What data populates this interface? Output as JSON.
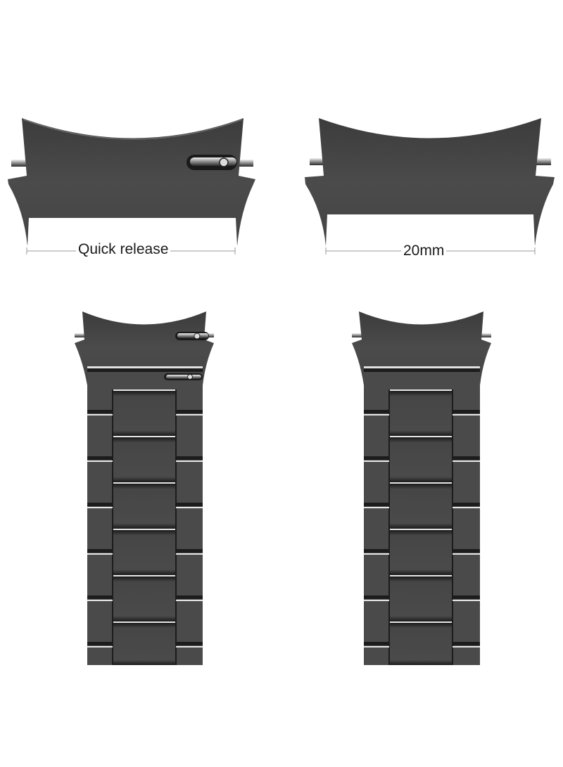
{
  "image": {
    "background": "#ffffff",
    "metal_color": "#4a4a4a",
    "metal_dark": "#2e2e2e",
    "highlight": "#e6e6e6",
    "pin_color": "#bfbfbf"
  },
  "top_row": {
    "left_adapter": {
      "label": "Quick release",
      "feature": "quick-release pin lever"
    },
    "right_adapter": {
      "label": "20mm",
      "feature": "plain spring bar"
    }
  },
  "bottom_row": {
    "left_band": {
      "type": "link bracelet with quick-release adapter",
      "links": 6
    },
    "right_band": {
      "type": "link bracelet with standard adapter",
      "links": 6
    }
  }
}
